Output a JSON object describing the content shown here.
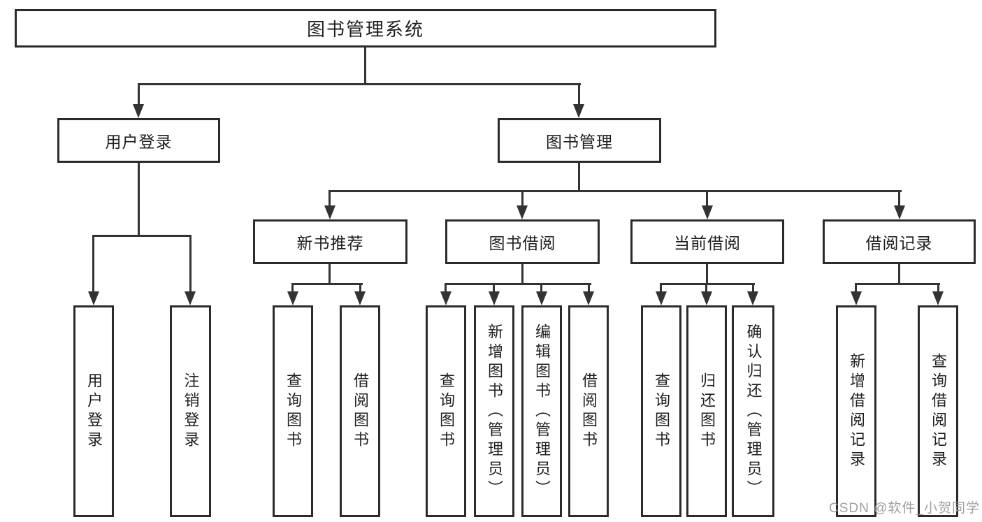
{
  "tree": {
    "root": {
      "label": "图书管理系统"
    },
    "children": [
      {
        "label": "用户登录",
        "children": [
          {
            "label": "用户登录"
          },
          {
            "label": "注销登录"
          }
        ]
      },
      {
        "label": "图书管理",
        "children": [
          {
            "label": "新书推荐",
            "children": [
              {
                "label": "查询图书"
              },
              {
                "label": "借阅图书"
              }
            ]
          },
          {
            "label": "图书借阅",
            "children": [
              {
                "label": "查询图书"
              },
              {
                "label": "新增图书（管理员）"
              },
              {
                "label": "编辑图书（管理员）"
              },
              {
                "label": "借阅图书"
              }
            ]
          },
          {
            "label": "当前借阅",
            "children": [
              {
                "label": "查询图书"
              },
              {
                "label": "归还图书"
              },
              {
                "label": "确认归还（管理员）"
              }
            ]
          },
          {
            "label": "借阅记录",
            "children": [
              {
                "label": "新增借阅记录"
              },
              {
                "label": "查询借阅记录"
              }
            ]
          }
        ]
      }
    ]
  },
  "watermark": {
    "text": "CSDN @软件_小贺同学"
  },
  "colors": {
    "line": "#333333",
    "box_border": "#2b2b2b",
    "text": "#1f1f1f",
    "watermark": "#969696",
    "background": "#ffffff"
  }
}
